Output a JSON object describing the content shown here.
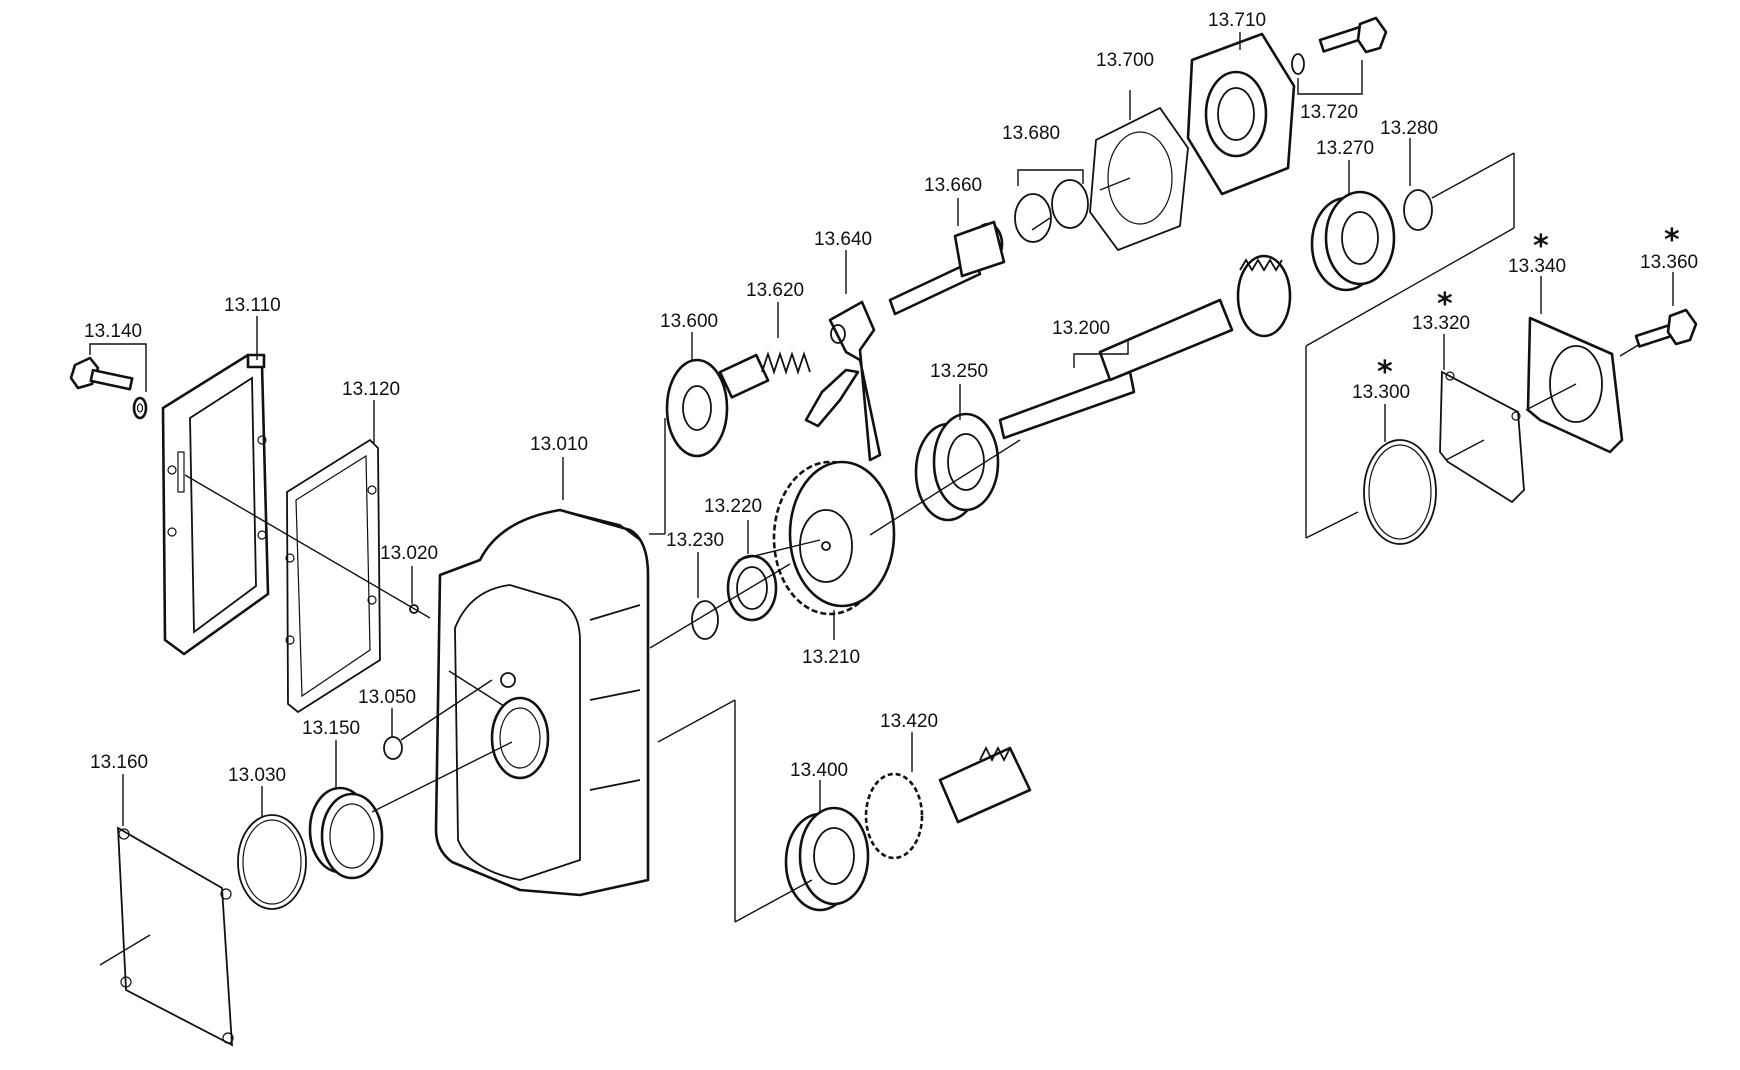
{
  "diagram": {
    "callouts": [
      {
        "id": "c13010",
        "label": "13.010",
        "star": false
      },
      {
        "id": "c13020",
        "label": "13.020",
        "star": false
      },
      {
        "id": "c13030",
        "label": "13.030",
        "star": false
      },
      {
        "id": "c13050",
        "label": "13.050",
        "star": false
      },
      {
        "id": "c13110",
        "label": "13.110",
        "star": false
      },
      {
        "id": "c13120",
        "label": "13.120",
        "star": false
      },
      {
        "id": "c13140",
        "label": "13.140",
        "star": false
      },
      {
        "id": "c13150",
        "label": "13.150",
        "star": false
      },
      {
        "id": "c13160",
        "label": "13.160",
        "star": false
      },
      {
        "id": "c13200",
        "label": "13.200",
        "star": false
      },
      {
        "id": "c13210",
        "label": "13.210",
        "star": false
      },
      {
        "id": "c13220",
        "label": "13.220",
        "star": false
      },
      {
        "id": "c13230",
        "label": "13.230",
        "star": false
      },
      {
        "id": "c13250",
        "label": "13.250",
        "star": false
      },
      {
        "id": "c13270",
        "label": "13.270",
        "star": false
      },
      {
        "id": "c13280",
        "label": "13.280",
        "star": false
      },
      {
        "id": "c13300",
        "label": "13.300",
        "star": true
      },
      {
        "id": "c13320",
        "label": "13.320",
        "star": true
      },
      {
        "id": "c13340",
        "label": "13.340",
        "star": true
      },
      {
        "id": "c13360",
        "label": "13.360",
        "star": true
      },
      {
        "id": "c13400",
        "label": "13.400",
        "star": false
      },
      {
        "id": "c13420",
        "label": "13.420",
        "star": false
      },
      {
        "id": "c13600",
        "label": "13.600",
        "star": false
      },
      {
        "id": "c13620",
        "label": "13.620",
        "star": false
      },
      {
        "id": "c13640",
        "label": "13.640",
        "star": false
      },
      {
        "id": "c13660",
        "label": "13.660",
        "star": false
      },
      {
        "id": "c13680",
        "label": "13.680",
        "star": false
      },
      {
        "id": "c13700",
        "label": "13.700",
        "star": false
      },
      {
        "id": "c13710",
        "label": "13.710",
        "star": false
      },
      {
        "id": "c13720",
        "label": "13.720",
        "star": false
      }
    ],
    "star_symbol": "*"
  }
}
